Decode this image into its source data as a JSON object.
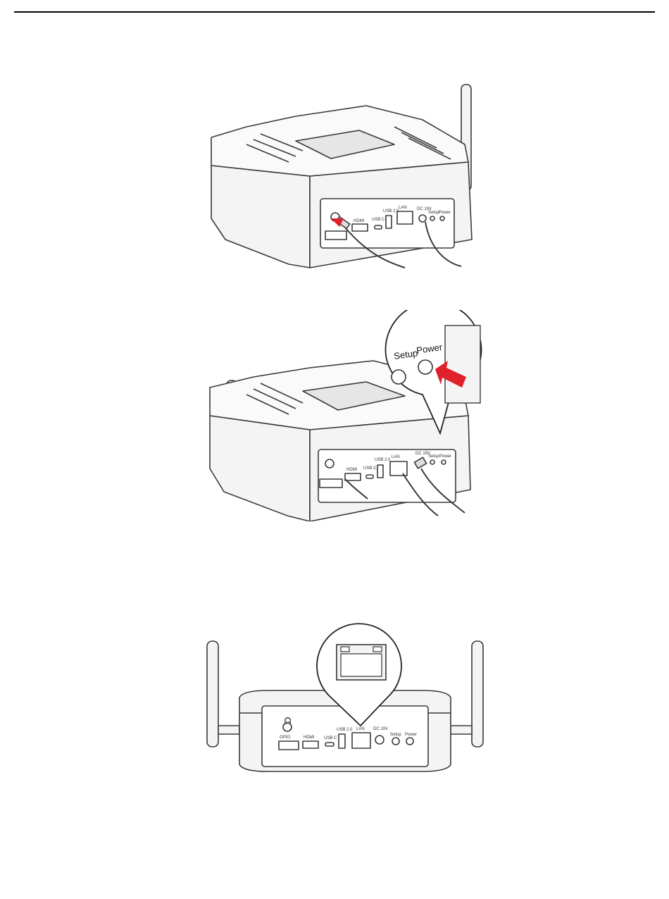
{
  "figures": [
    {
      "id": "fig-headphone",
      "port_labels": [
        "HDMI",
        "USB C",
        "USB 2.0",
        "LAN",
        "DC 19V",
        "Setup",
        "Power"
      ]
    },
    {
      "id": "fig-power",
      "callout": {
        "setup": "Setup",
        "power": "Power"
      },
      "port_labels": [
        "HDMI",
        "USB C",
        "USB 2.0",
        "LAN",
        "DC 19V",
        "Setup",
        "Power"
      ]
    },
    {
      "id": "fig-lan",
      "port_labels": [
        "GPIO",
        "HDMI",
        "USB C",
        "USB 2.0",
        "LAN",
        "DC 19V",
        "Setup",
        "Power"
      ]
    }
  ],
  "colors": {
    "accent_arrow": "#e0202a",
    "line": "#3a3a3a",
    "fill": "#f4f4f4"
  }
}
